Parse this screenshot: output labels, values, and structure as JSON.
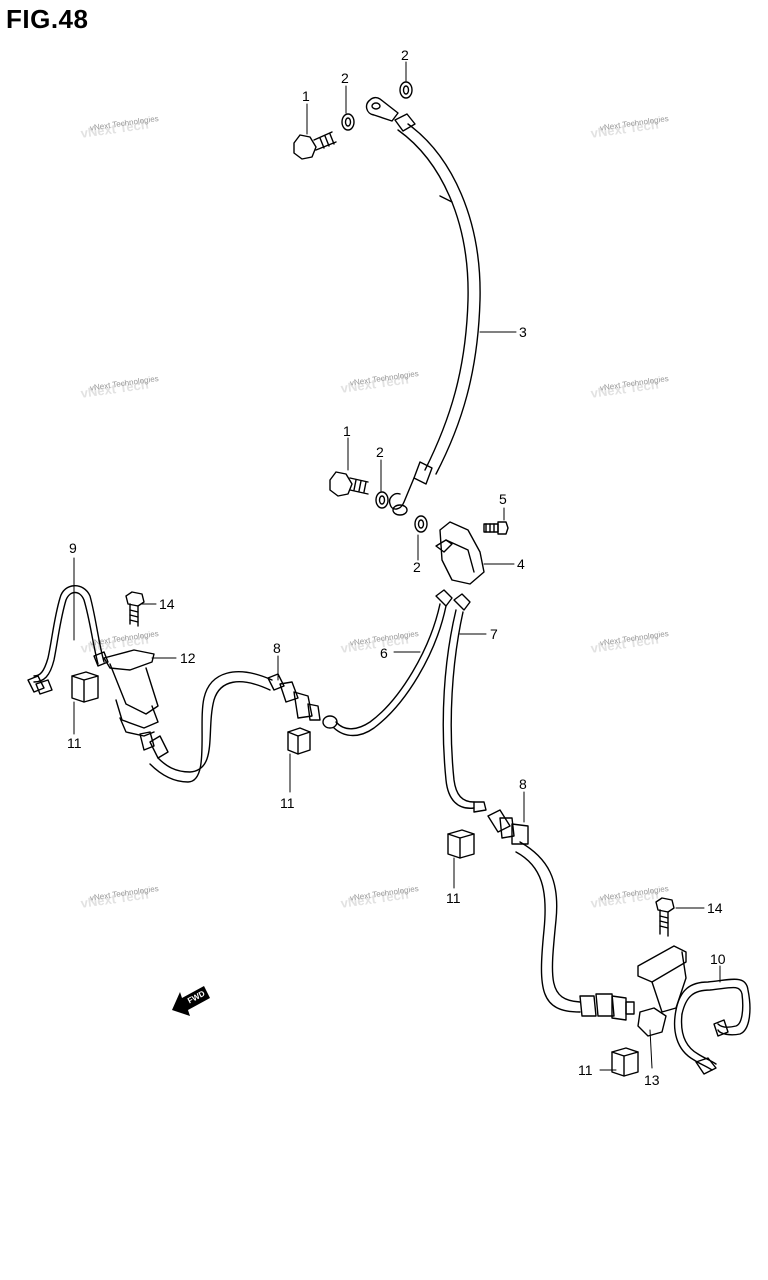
{
  "title": "FIG.48",
  "watermark": "vNext Technologies",
  "fwd_label": "FWD",
  "callouts": [
    "1",
    "2",
    "2",
    "3",
    "1",
    "2",
    "2",
    "5",
    "4",
    "9",
    "14",
    "12",
    "8",
    "6",
    "7",
    "11",
    "11",
    "8",
    "11",
    "14",
    "10",
    "11",
    "13"
  ]
}
